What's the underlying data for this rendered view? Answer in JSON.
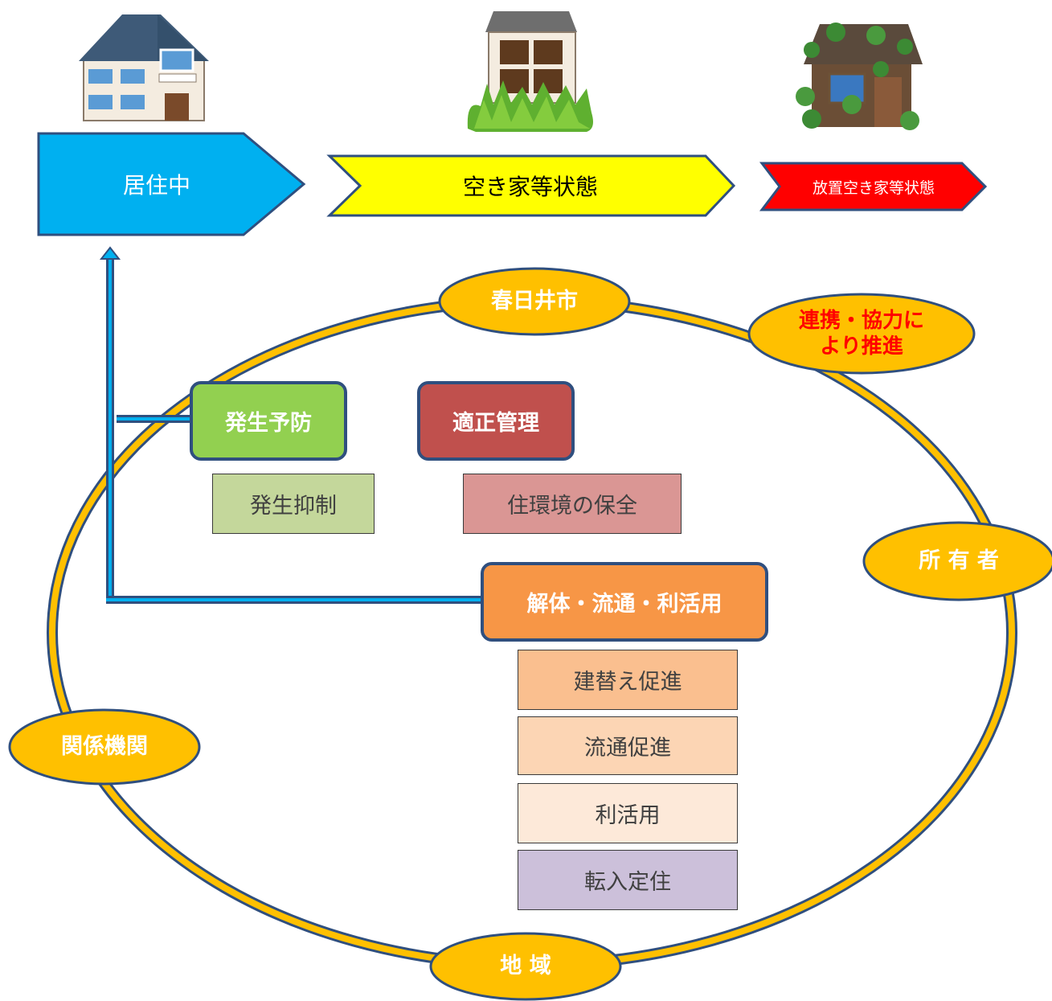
{
  "stages": {
    "living": "居住中",
    "vacant": "空き家等状態",
    "neglected": "放置空き家等状態"
  },
  "actors": {
    "city": "春日井市",
    "cooperation": "連携・協力に\nより推進",
    "owner": "所 有 者",
    "agencies": "関係機関",
    "community": "地 域"
  },
  "measures": {
    "prevention": {
      "title": "発生予防",
      "items": [
        "発生抑制"
      ]
    },
    "management": {
      "title": "適正管理",
      "items": [
        "住環境の保全"
      ]
    },
    "utilization": {
      "title": "解体・流通・利活用",
      "items": [
        "建替え促進",
        "流通促進",
        "利活用",
        "転入定住"
      ]
    }
  },
  "colors": {
    "living": "#00b0f0",
    "vacant": "#ffff00",
    "neglected": "#ff0000",
    "ring": "#ffc000",
    "prevention": "#92d050",
    "management": "#c0504d",
    "utilization": "#f79646"
  }
}
